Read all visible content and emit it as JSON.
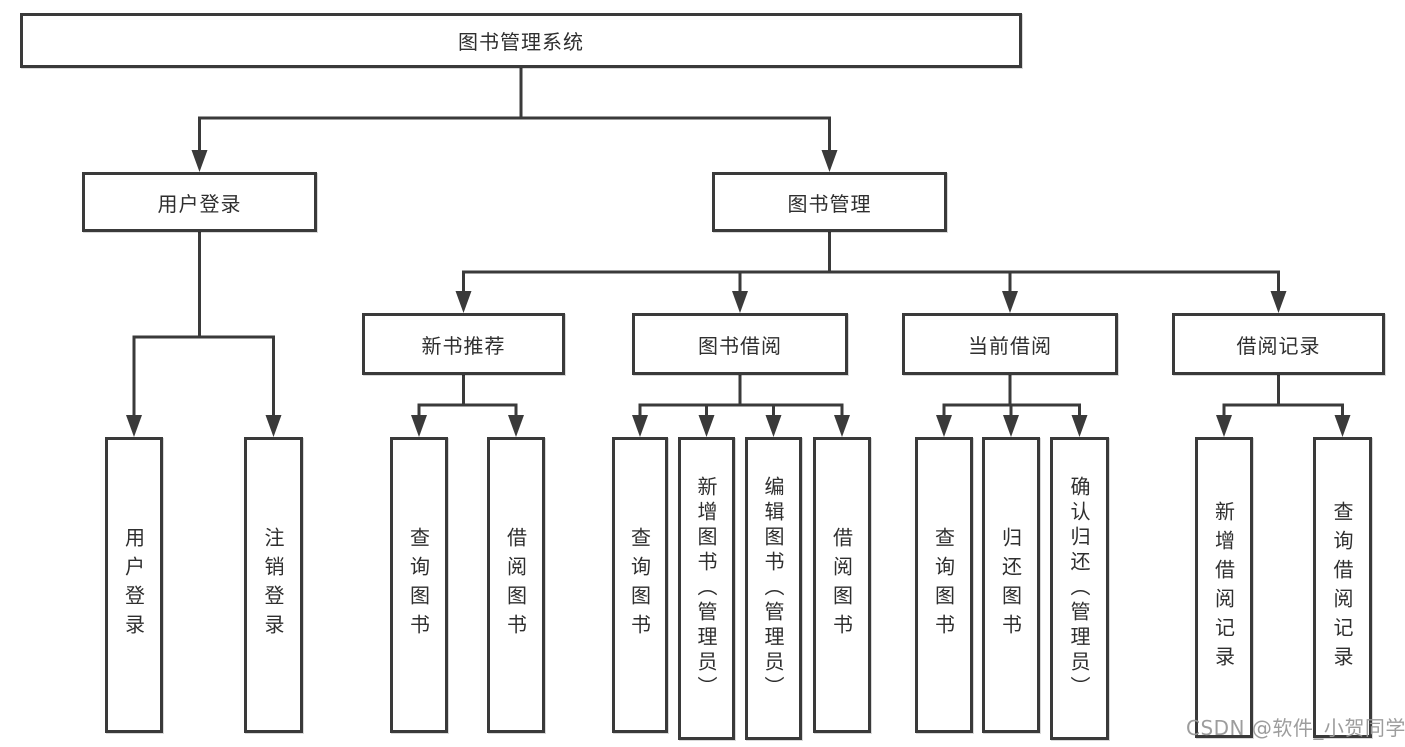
{
  "diagram_title": "图书管理系统",
  "tree": {
    "root": "图书管理系统",
    "level2": [
      {
        "label": "用户登录"
      },
      {
        "label": "图书管理"
      }
    ],
    "level3": [
      {
        "label": "新书推荐"
      },
      {
        "label": "图书借阅"
      },
      {
        "label": "当前借阅"
      },
      {
        "label": "借阅记录"
      }
    ],
    "leaves": {
      "user": [
        "用户登录",
        "注销登录"
      ],
      "new_books": [
        "查询图书",
        "借阅图书"
      ],
      "borrow": [
        "查询图书",
        "新增图书（管理员）",
        "编辑图书（管理员）",
        "借阅图书"
      ],
      "current": [
        "查询图书",
        "归还图书",
        "确认归还（管理员）"
      ],
      "records": [
        "新增借阅记录",
        "查询借阅记录"
      ]
    }
  },
  "watermark": "CSDN @软件_小贺同学",
  "colors": {
    "line": "#3a3a3a",
    "text": "#2f2f2f",
    "box_background": "#ffffff",
    "watermark": "#989898"
  }
}
